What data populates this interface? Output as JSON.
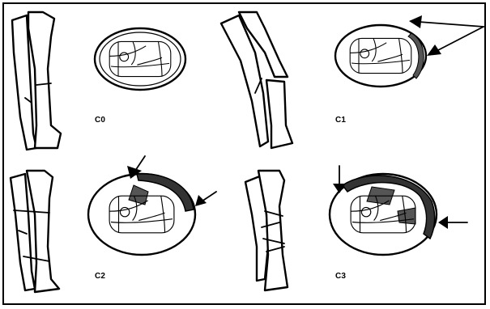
{
  "panels": [
    {
      "id": "c0",
      "label": "C0"
    },
    {
      "id": "c1",
      "label": "C1"
    },
    {
      "id": "c2",
      "label": "C2"
    },
    {
      "id": "c3",
      "label": "C3"
    }
  ],
  "colors": {
    "border": "#000000",
    "injury": "#333333",
    "background": "#ffffff"
  }
}
